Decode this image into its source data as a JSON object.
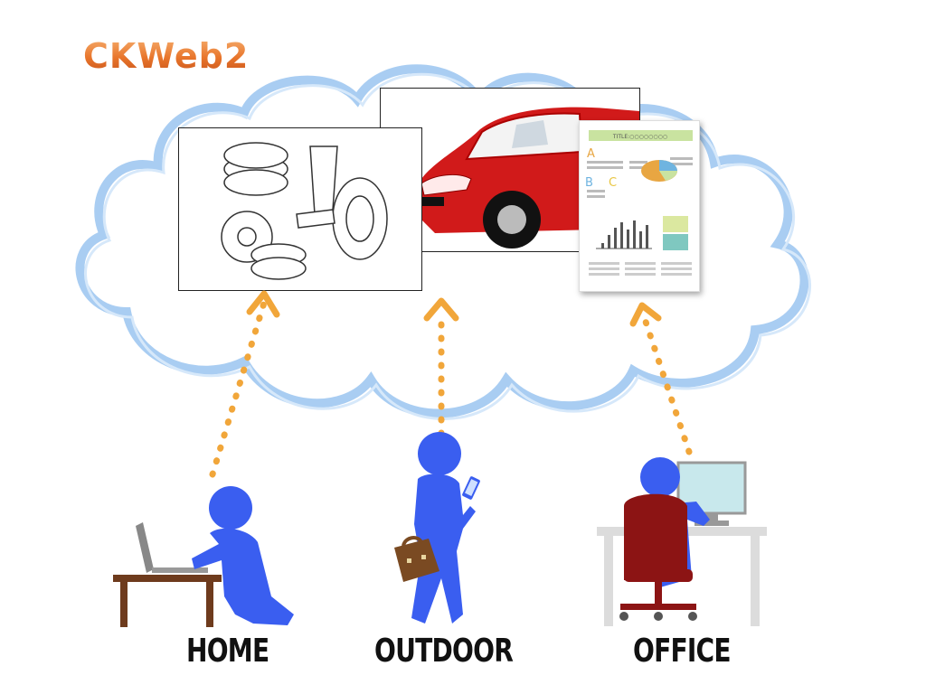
{
  "brand": {
    "title": "CKWeb2"
  },
  "locations": {
    "home": "HOME",
    "outdoor": "OUTDOOR",
    "office": "OFFICE"
  },
  "document": {
    "header": "TITLE:○○○○○○○○",
    "letters": [
      "A",
      "B",
      "C"
    ]
  },
  "colors": {
    "cloud": "#a9cdf2",
    "arrow": "#f1a63a",
    "person": "#3a5ef0",
    "car": "#d11a1a",
    "chair": "#8c1414",
    "brand": "#e8742a"
  },
  "icons": [
    "cloud-icon",
    "wheel-parts-icon",
    "car-icon",
    "report-document-icon",
    "person-laptop-icon",
    "person-phone-icon",
    "person-desk-icon"
  ]
}
